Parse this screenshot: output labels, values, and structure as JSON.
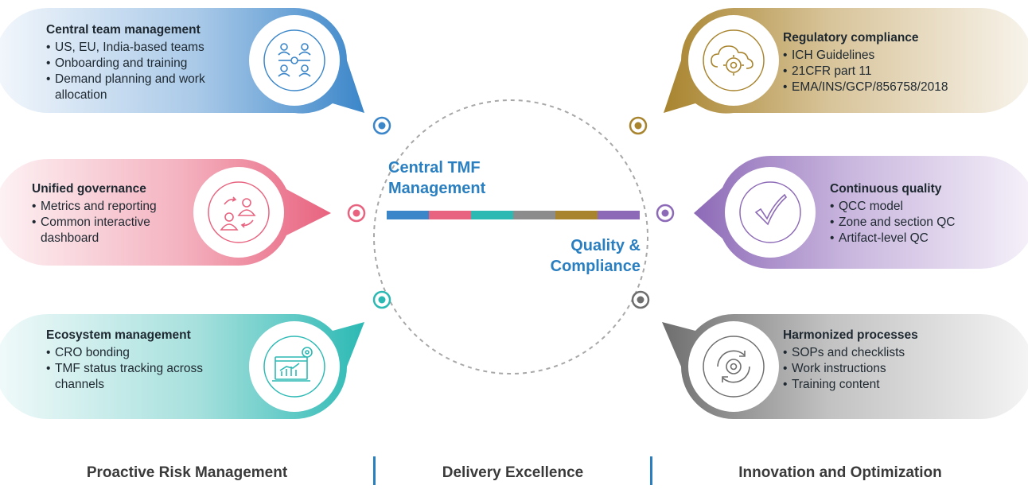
{
  "center": {
    "title": "Central TMF Management",
    "subtitle": "Quality & Compliance"
  },
  "cards": {
    "central_team": {
      "title": "Central team management",
      "items": [
        "US, EU, India-based teams",
        "Onboarding and training",
        "Demand planning and work allocation"
      ],
      "icon": "team-network-icon",
      "color": "#3b86c9"
    },
    "unified_governance": {
      "title": "Unified governance",
      "items": [
        "Metrics and reporting",
        "Common interactive dashboard"
      ],
      "icon": "people-exchange-icon",
      "color": "#e8637f"
    },
    "ecosystem": {
      "title": "Ecosystem management",
      "items": [
        "CRO bonding",
        "TMF status tracking across channels"
      ],
      "icon": "dashboard-gear-icon",
      "color": "#2cb9b4"
    },
    "regulatory": {
      "title": "Regulatory compliance",
      "items": [
        "ICH Guidelines",
        "21CFR part 11",
        "EMA/INS/GCP/856758/2018"
      ],
      "icon": "cloud-gear-icon",
      "color": "#a8842e"
    },
    "continuous_quality": {
      "title": "Continuous quality",
      "items": [
        "QCC model",
        "Zone and section QC",
        "Artifact-level QC"
      ],
      "icon": "checkmark-icon",
      "color": "#8d6ab7"
    },
    "harmonized": {
      "title": "Harmonized processes",
      "items": [
        "SOPs and checklists",
        "Work instructions",
        "Training content"
      ],
      "icon": "cycle-gear-icon",
      "color": "#6e6e6e"
    }
  },
  "color_bar": [
    "#3b86c9",
    "#e8637f",
    "#2cb9b4",
    "#8c8c8c",
    "#a8842e",
    "#8d6ab7"
  ],
  "footer": [
    "Proactive Risk Management",
    "Delivery Excellence",
    "Innovation and Optimization"
  ]
}
